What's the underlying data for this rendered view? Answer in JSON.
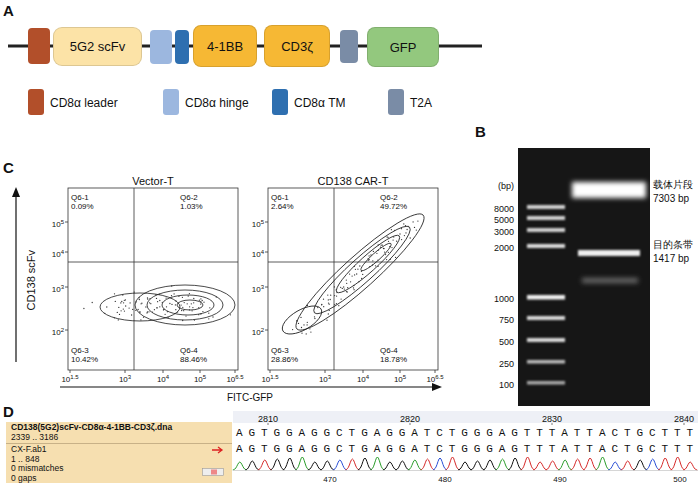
{
  "diagram": {
    "nodes": [
      {
        "text": [
          "5G2 scFv"
        ]
      },
      {
        "text": [
          "4-1BB"
        ]
      },
      {
        "text": [
          "CD3ζ"
        ]
      },
      {
        "text": [
          "GFP"
        ]
      },
      {
        "text": [
          "CD138(5G2)scFv-CD8α-4-1BB-CD3ζ.dna",
          "2339 .. 3186",
          "CX-F.ab1",
          "1 .. 848",
          "0 mismatches",
          "0 gaps"
        ]
      }
    ],
    "labels": [
      "A",
      "B",
      "(bp)",
      "8000",
      "5000",
      "3000",
      "2000",
      "1000",
      "750",
      "500",
      "250",
      "100",
      "载体片段",
      "7303 bp",
      "目的条带",
      "1417 bp",
      "C",
      "Vector-T",
      "CD138 CAR-T",
      "CD138 scFv",
      "FITC-GFP",
      "Q6-1",
      "0.09%",
      "Q6-2",
      "1.03%",
      "Q6-3",
      "10.42%",
      "Q6-4",
      "88.46%",
      "Q6-1",
      "2.64%",
      "Q6-2",
      "49.72%",
      "Q6-3",
      "28.86%",
      "Q6-4",
      "18.78%",
      "10",
      "1.5",
      "10",
      "3",
      "10",
      "4",
      "10",
      "5",
      "10",
      "6.5",
      "10",
      "1.5",
      "10",
      "3",
      "10",
      "4",
      "10",
      "5",
      "10",
      "6.5",
      "10",
      "5",
      "10",
      "4",
      "10",
      "3",
      "10",
      "2",
      "10",
      "5",
      "10",
      "4",
      "10",
      "3",
      "10",
      "2",
      "D",
      "2810",
      "2820",
      "2830",
      "2840",
      "AGTGGAGGCTGAGGATCTGGGAGTTTATTACTGCTTT",
      "AGTGGAGGCTGAGGATCTGGGAGTTTATTACTGCTTT",
      "470",
      "480",
      "490",
      "500"
    ],
    "legend": [
      {
        "text": "CD8α leader",
        "color": "#b24f2a"
      },
      {
        "text": "CD8α hinge",
        "color": "#9cb7df"
      },
      {
        "text": "CD8α TM",
        "color": "#2e6fb0"
      },
      {
        "text": "T2A",
        "color": "#7a8ca6"
      }
    ]
  }
}
